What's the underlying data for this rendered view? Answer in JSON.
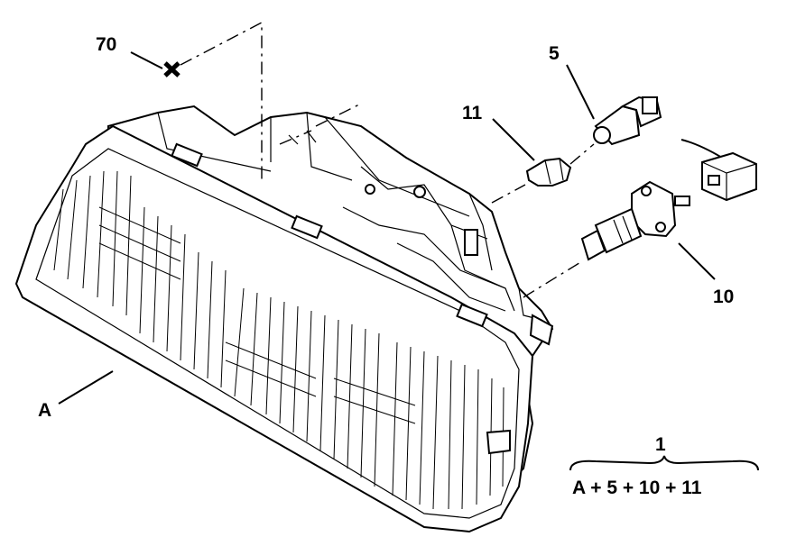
{
  "labels": {
    "ref_70": "70",
    "ref_5": "5",
    "ref_11": "11",
    "ref_10": "10",
    "ref_A": "A",
    "ref_1": "1"
  },
  "formula": {
    "text": "A + 5 + 10 + 11"
  }
}
